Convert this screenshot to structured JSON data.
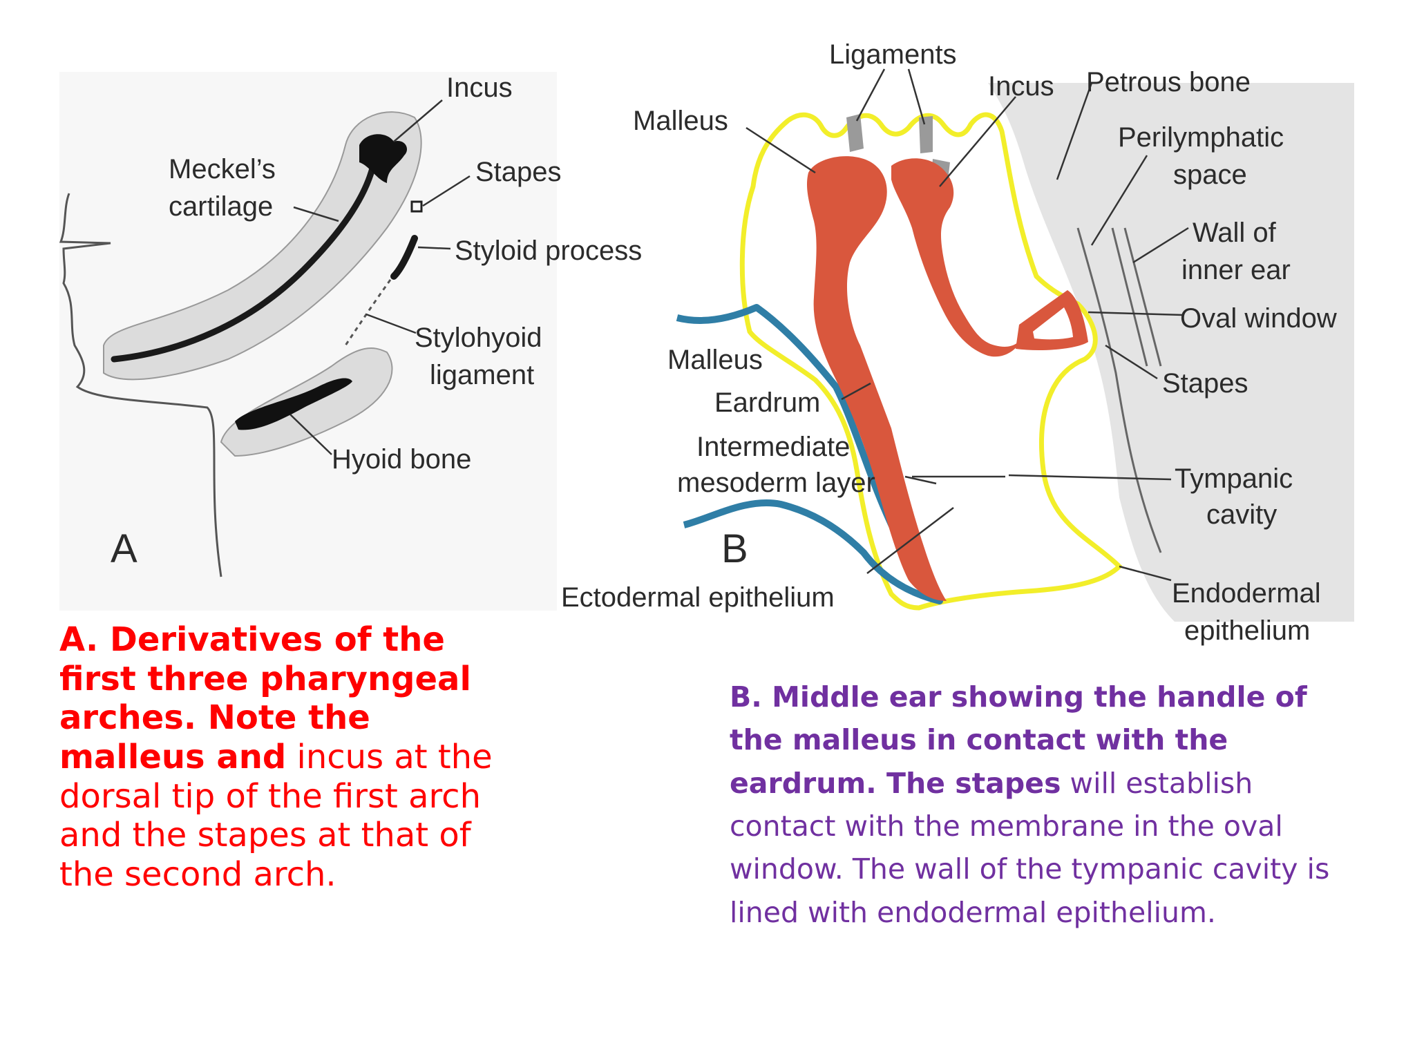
{
  "colors": {
    "caption_a": "#ff0000",
    "caption_b": "#7030a0",
    "ossicle_fill": "#d9573d",
    "endoderm_outline": "#f2ee2a",
    "ectoderm_line": "#2f7ea6",
    "arch_shading": "#dcdcdc",
    "cartilage": "#1a1a1a"
  },
  "panel_a": {
    "letter": "A",
    "labels": {
      "incus": "Incus",
      "meckels_1": "Meckel’s",
      "meckels_2": "cartilage",
      "stapes": "Stapes",
      "styloid": "Styloid process",
      "stylohyoid_1": "Stylohyoid",
      "stylohyoid_2": "ligament",
      "hyoid": "Hyoid bone"
    }
  },
  "panel_b": {
    "letter": "B",
    "labels": {
      "ligaments": "Ligaments",
      "malleus_top": "Malleus",
      "incus": "Incus",
      "petrous": "Petrous bone",
      "perilymph_1": "Perilymphatic",
      "perilymph_2": "space",
      "wall_1": "Wall of",
      "wall_2": "inner ear",
      "oval": "Oval window",
      "malleus_mid": "Malleus",
      "stapes": "Stapes",
      "eardrum": "Eardrum",
      "intermediate_1": "Intermediate",
      "intermediate_2": "mesoderm layer",
      "tympanic_1": "Tympanic",
      "tympanic_2": "cavity",
      "ectodermal": "Ectodermal epithelium",
      "endodermal_1": "Endodermal",
      "endodermal_2": "epithelium"
    }
  },
  "caption_a": {
    "bold": "A. Derivatives of the first three pharyngeal arches. Note the malleus and",
    "rest": " incus at the dorsal tip of the first arch and the stapes at that of the second arch."
  },
  "caption_b": {
    "bold": "B. Middle ear showing the handle of the malleus in contact with the eardrum. The stapes",
    "rest": " will establish contact with the membrane in the oval window. The wall of the tympanic cavity is lined with endodermal epithelium."
  }
}
